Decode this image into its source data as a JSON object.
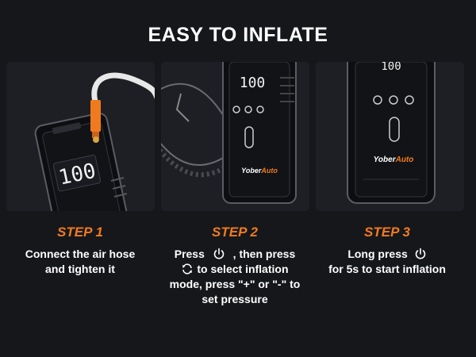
{
  "title": "EASY TO INFLATE",
  "colors": {
    "accent": "#f07b1e",
    "background": "#16171b",
    "panel": "#1e1f24"
  },
  "device": {
    "brand_part1": "Yober",
    "brand_part2": "Auto",
    "display": "100"
  },
  "steps": [
    {
      "label": "STEP 1",
      "lines": [
        "Connect the air hose",
        "and tighten it"
      ]
    },
    {
      "label": "STEP 2",
      "line1_before": "Press",
      "line1_after": ", then press",
      "line2": "to select inflation",
      "line3": "mode, press \"+\" or \"-\" to",
      "line4": "set pressure"
    },
    {
      "label": "STEP 3",
      "line1": "Long press",
      "line2": "for 5s to start inflation"
    }
  ]
}
